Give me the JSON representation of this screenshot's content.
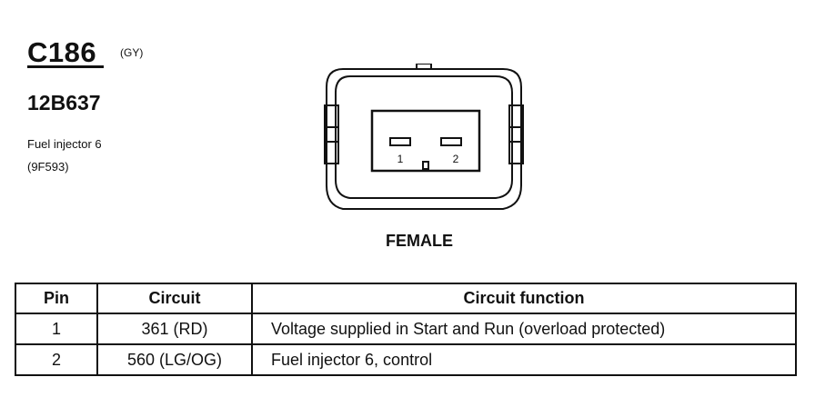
{
  "connector": {
    "id": "C186",
    "color": "(GY)",
    "part_number": "12B637",
    "component_name": "Fuel injector 6",
    "component_code": "(9F593)",
    "view": "FEMALE",
    "pin_labels": [
      "1",
      "2"
    ]
  },
  "table": {
    "headers": {
      "pin": "Pin",
      "circuit": "Circuit",
      "function": "Circuit function"
    },
    "rows": [
      {
        "pin": "1",
        "circuit": "361 (RD)",
        "function": "Voltage supplied in Start and Run (overload protected)"
      },
      {
        "pin": "2",
        "circuit": "560 (LG/OG)",
        "function": "Fuel injector 6, control"
      }
    ]
  }
}
